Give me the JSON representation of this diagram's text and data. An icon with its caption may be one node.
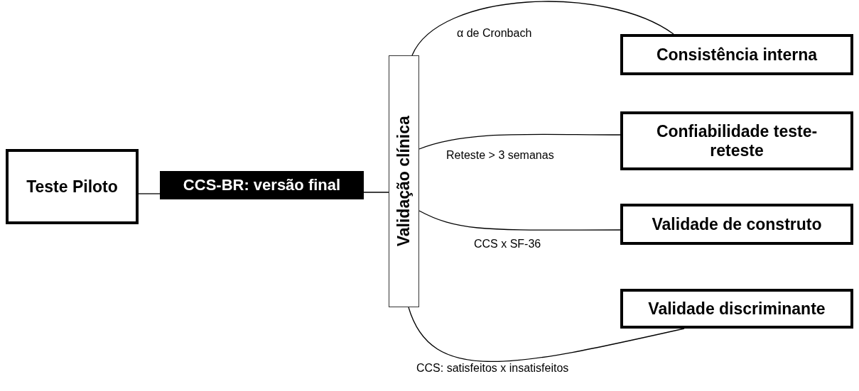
{
  "diagram": {
    "nodes": [
      {
        "text": [
          "Teste Piloto"
        ]
      },
      {
        "text": [
          "CCS-BR: versão final"
        ]
      },
      {
        "text": [
          "Validação clínica"
        ]
      },
      {
        "text": [
          "Consistência interna"
        ]
      },
      {
        "text": [
          "Confiabilidade teste-reteste"
        ]
      },
      {
        "text": [
          "Validade de construto"
        ]
      },
      {
        "text": [
          "Validade discriminante"
        ]
      }
    ],
    "edges": [
      {
        "from": 0,
        "to": 1,
        "arrow": "none"
      },
      {
        "from": 1,
        "to": 2,
        "arrow": "none"
      },
      {
        "from": 2,
        "to": 3,
        "arrow": "none",
        "label": "α de Cronbach"
      },
      {
        "from": 2,
        "to": 4,
        "arrow": "none",
        "label": "Reteste > 3 semanas"
      },
      {
        "from": 2,
        "to": 5,
        "arrow": "none",
        "label": "CCS x SF-36"
      },
      {
        "from": 2,
        "to": 6,
        "arrow": "none",
        "label": "CCS: satisfeitos x insatisfeitos"
      }
    ]
  }
}
